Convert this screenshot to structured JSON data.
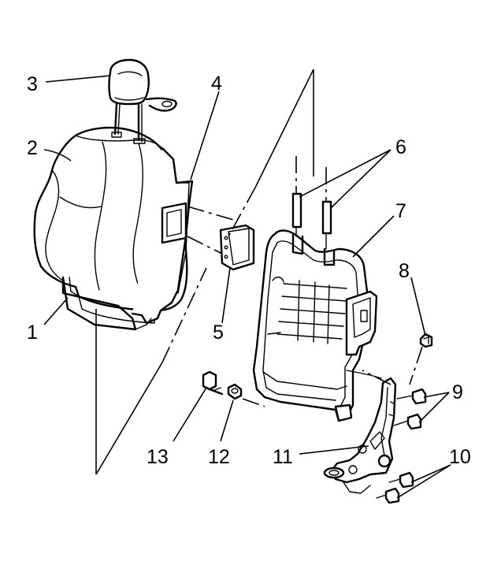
{
  "diagram": {
    "callouts": [
      {
        "number": "1"
      },
      {
        "number": "2"
      },
      {
        "number": "3"
      },
      {
        "number": "4"
      },
      {
        "number": "5"
      },
      {
        "number": "6"
      },
      {
        "number": "7"
      },
      {
        "number": "8"
      },
      {
        "number": "9"
      },
      {
        "number": "10"
      },
      {
        "number": "11"
      },
      {
        "number": "12"
      },
      {
        "number": "13"
      }
    ]
  }
}
